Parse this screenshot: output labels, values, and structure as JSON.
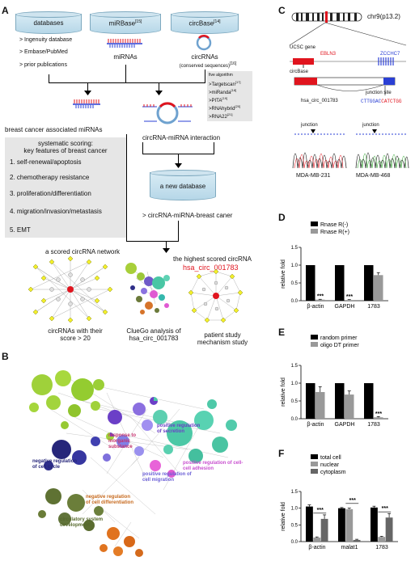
{
  "panels": {
    "A": "A",
    "B": "B",
    "C": "C",
    "D": "D",
    "E": "E",
    "F": "F"
  },
  "A": {
    "db1": "databases",
    "db2": "miRBase",
    "db2_ref": "[15]",
    "db3": "circBase",
    "db3_ref": "[14]",
    "sources": [
      "> Ingenuity database",
      "> Embase/PubMed",
      "> prior publications"
    ],
    "mirnas": "miRNAs",
    "circrnas": "circRNAs",
    "circ_sub": "(conserved sequences)",
    "circ_sub_ref": "[16]",
    "algo_title": "five algorithm",
    "algos": [
      {
        "name": ">Targetscan",
        "ref": "[17]"
      },
      {
        "name": ">miRanda",
        "ref": "[18]"
      },
      {
        "name": ">PITA",
        "ref": "[19]"
      },
      {
        "name": ">RNAhybrid",
        "ref": "[20]"
      },
      {
        "name": ">RNA22",
        "ref": "[21]"
      }
    ],
    "bc_mirnas": "breast cancer associated miRNAs",
    "scoring_title_1": "systematic scoring:",
    "scoring_title_2": "key features of breast cancer",
    "scoring_items": [
      "1. self-renewal/apoptosis",
      "2. chemotherapy resistance",
      "3. proliferation/differentiation",
      "4. migration/invasion/metastasis",
      "5. EMT"
    ],
    "interaction": "circRNA-miRNA interaction",
    "new_db": "a new database",
    "new_db_desc": "> circRNA-miRNA-breast caner",
    "scored_network": "a scored circRNA network",
    "highest": "the highest scored circRNA",
    "highest_id": "hsa_circ_001783",
    "cap1_1": "circRNAs with their",
    "cap1_2": "score > 20",
    "cap2_1": "ClueGo analysis of",
    "cap2_2": "hsa_circ_001783",
    "cap3_1": "patient study",
    "cap3_2": "mechanism study"
  },
  "B": {
    "labels": [
      "positive regulation of secretion",
      "response to inorganic substance",
      "negative regulation of cell cycle",
      "positive regulation of cell migration",
      "positive regulation of cell-cell adhesion",
      "negative regulation of cell differentiation",
      "circulatory system development"
    ]
  },
  "C": {
    "chr": "chr9(p13.2)",
    "ucsc": "UCSC gene",
    "gene1": "EBLN3",
    "gene2": "ZCCHC7",
    "circbase": "circBase",
    "junction_site": "junction site",
    "circ_id": "hsa_circ_001783",
    "seq_blue": "CTTGGAC",
    "seq_red": "CATCTGG",
    "junction": "junction",
    "cell1": "MDA-MB-231",
    "cell2": "MDA-MB-468"
  },
  "chart_data": [
    {
      "panel": "D",
      "type": "bar",
      "categories": [
        "β-actin",
        "GAPDH",
        "1783"
      ],
      "series": [
        {
          "name": "Rnase R(-)",
          "values": [
            1.0,
            1.0,
            1.0
          ],
          "errors": [
            0,
            0,
            0
          ],
          "color": "#000000"
        },
        {
          "name": "Rnase R(+)",
          "values": [
            0.03,
            0.02,
            0.72
          ],
          "errors": [
            0.01,
            0.01,
            0.07
          ],
          "color": "#999999"
        }
      ],
      "ylabel": "relative fold",
      "ylim": [
        0,
        1.5
      ],
      "yticks": [
        0.0,
        0.5,
        1.0,
        1.5
      ],
      "annotations": [
        {
          "category": 0,
          "text": "***"
        },
        {
          "category": 1,
          "text": "***"
        }
      ],
      "legend": "top-right"
    },
    {
      "panel": "E",
      "type": "bar",
      "categories": [
        "β-actin",
        "GAPDH",
        "1783"
      ],
      "series": [
        {
          "name": "random primer",
          "values": [
            1.0,
            1.0,
            1.0
          ],
          "errors": [
            0,
            0,
            0
          ],
          "color": "#000000"
        },
        {
          "name": "oligo DT primer",
          "values": [
            0.75,
            0.68,
            0.04
          ],
          "errors": [
            0.15,
            0.1,
            0.02
          ],
          "color": "#999999"
        }
      ],
      "ylabel": "relative fold",
      "ylim": [
        0,
        1.5
      ],
      "yticks": [
        0.0,
        0.5,
        1.0,
        1.5
      ],
      "annotations": [
        {
          "category": 2,
          "text": "***"
        }
      ],
      "legend": "top"
    },
    {
      "panel": "F",
      "type": "bar",
      "categories": [
        "β-actin",
        "malat1",
        "1783"
      ],
      "series": [
        {
          "name": "total cell",
          "values": [
            1.05,
            1.0,
            1.02
          ],
          "errors": [
            0.05,
            0.02,
            0.04
          ],
          "color": "#000000"
        },
        {
          "name": "nuclear",
          "values": [
            0.12,
            0.97,
            0.14
          ],
          "errors": [
            0.02,
            0.03,
            0.02
          ],
          "color": "#999999"
        },
        {
          "name": "cytoplasm",
          "values": [
            0.68,
            0.05,
            0.72
          ],
          "errors": [
            0.12,
            0.02,
            0.12
          ],
          "color": "#666666"
        }
      ],
      "ylabel": "relative fold",
      "ylim": [
        0,
        1.5
      ],
      "yticks": [
        0.0,
        0.5,
        1.0,
        1.5
      ],
      "annotations": [
        {
          "category": 0,
          "text": "***"
        },
        {
          "category": 1,
          "text": "***"
        },
        {
          "category": 2,
          "text": "***"
        }
      ],
      "legend": "top-left"
    }
  ]
}
